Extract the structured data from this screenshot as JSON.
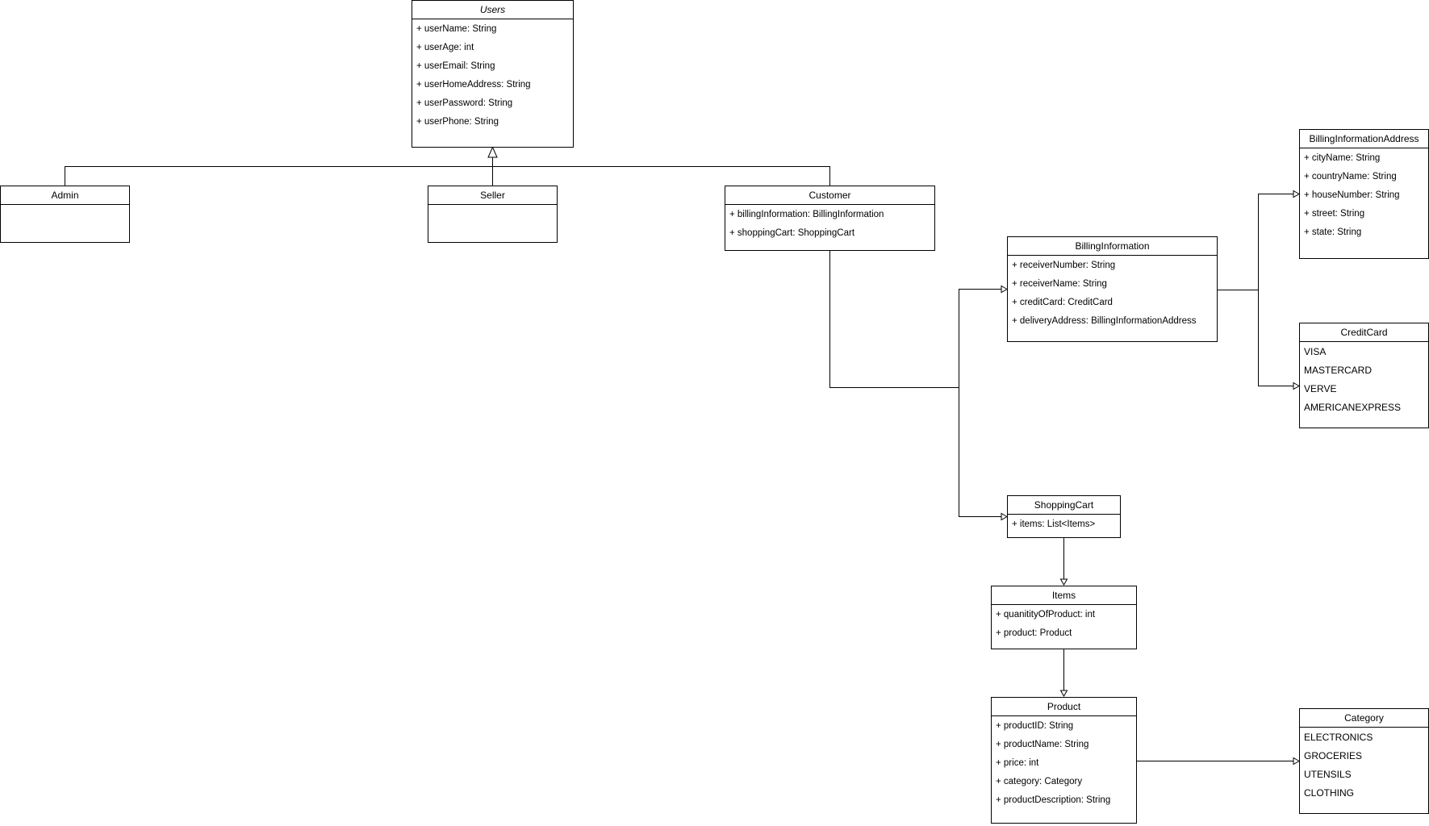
{
  "classes": {
    "users": {
      "name": "Users",
      "attributes": [
        "+ userName: String",
        "+ userAge: int",
        "+ userEmail: String",
        "+ userHomeAddress: String",
        "+ userPassword: String",
        "+ userPhone: String"
      ]
    },
    "admin": {
      "name": "Admin",
      "attributes": []
    },
    "seller": {
      "name": "Seller",
      "attributes": []
    },
    "customer": {
      "name": "Customer",
      "attributes": [
        "+ billingInformation: BillingInformation",
        "+ shoppingCart: ShoppingCart"
      ]
    },
    "billing_information": {
      "name": "BillingInformation",
      "attributes": [
        "+ receiverNumber: String",
        "+ receiverName: String",
        "+ creditCard: CreditCard",
        "+ deliveryAddress: BillingInformationAddress"
      ]
    },
    "billing_information_address": {
      "name": "BillingInformationAddress",
      "attributes": [
        "+ cityName: String",
        "+ countryName: String",
        "+ houseNumber: String",
        "+ street: String",
        "+ state: String"
      ]
    },
    "credit_card": {
      "name": "CreditCard",
      "literals": [
        "VISA",
        "MASTERCARD",
        "VERVE",
        "AMERICANEXPRESS"
      ]
    },
    "shopping_cart": {
      "name": "ShoppingCart",
      "attributes": [
        "+ items: List<Items>"
      ]
    },
    "items": {
      "name": "Items",
      "attributes": [
        "+ quanitityOfProduct: int",
        "+ product: Product"
      ]
    },
    "product": {
      "name": "Product",
      "attributes": [
        "+ productID: String",
        "+ productName: String",
        "+ price: int",
        "+ category: Category",
        "+ productDescription: String"
      ]
    },
    "category": {
      "name": "Category",
      "literals": [
        "ELECTRONICS",
        "GROCERIES",
        "UTENSILS",
        "CLOTHING"
      ]
    }
  }
}
